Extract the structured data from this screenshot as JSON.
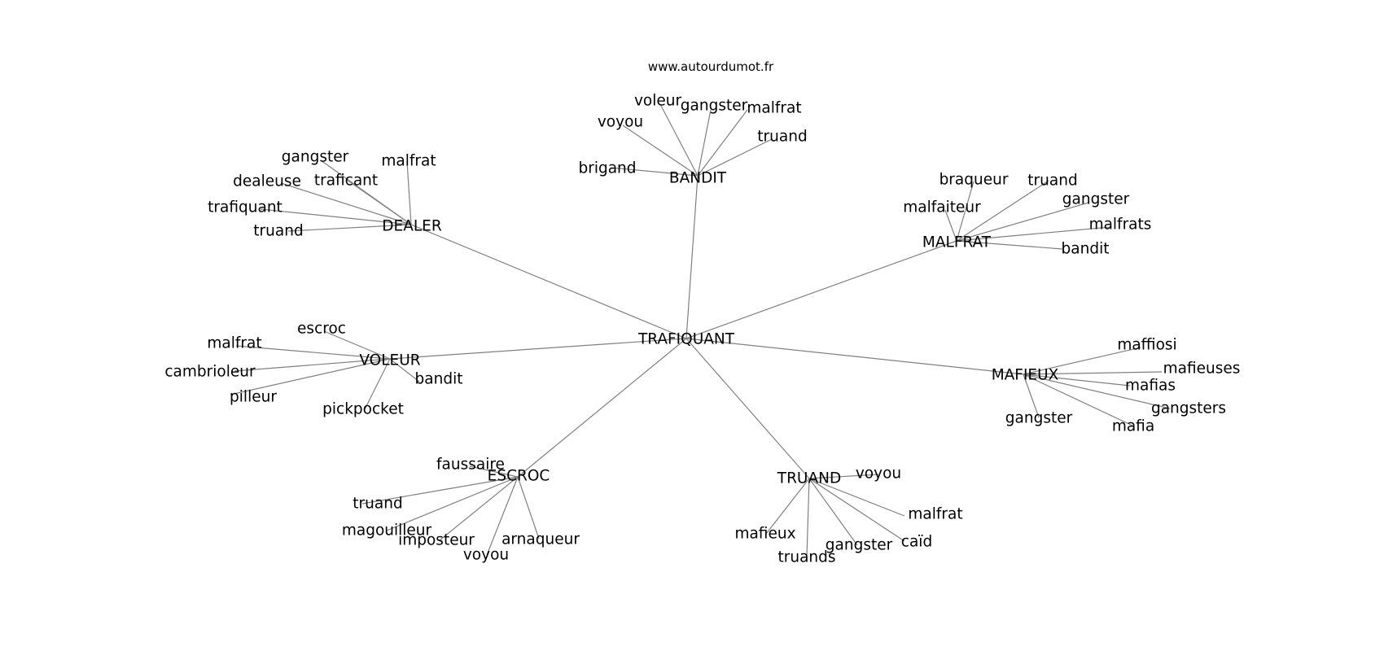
{
  "watermark": "www.autourdumot.fr",
  "graph": {
    "root": "TRAFIQUANT",
    "groups": [
      {
        "hub": "BANDIT",
        "words": [
          "voleur",
          "gangster",
          "malfrat",
          "voyou",
          "truand",
          "brigand"
        ]
      },
      {
        "hub": "DEALER",
        "words": [
          "gangster",
          "malfrat",
          "traficant",
          "dealeuse",
          "trafiquant",
          "truand"
        ]
      },
      {
        "hub": "MALFRAT",
        "words": [
          "braqueur",
          "truand",
          "gangster",
          "malfaiteur",
          "malfrats",
          "bandit"
        ]
      },
      {
        "hub": "VOLEUR",
        "words": [
          "escroc",
          "malfrat",
          "cambrioleur",
          "bandit",
          "pilleur",
          "pickpocket"
        ]
      },
      {
        "hub": "MAFIEUX",
        "words": [
          "maffiosi",
          "mafieuses",
          "mafias",
          "gangsters",
          "gangster",
          "mafia"
        ]
      },
      {
        "hub": "ESCROC",
        "words": [
          "faussaire",
          "truand",
          "magouilleur",
          "imposteur",
          "arnaqueur",
          "voyou"
        ]
      },
      {
        "hub": "TRUAND",
        "words": [
          "voyou",
          "malfrat",
          "mafieux",
          "gangster",
          "caïd",
          "truands"
        ]
      }
    ]
  }
}
